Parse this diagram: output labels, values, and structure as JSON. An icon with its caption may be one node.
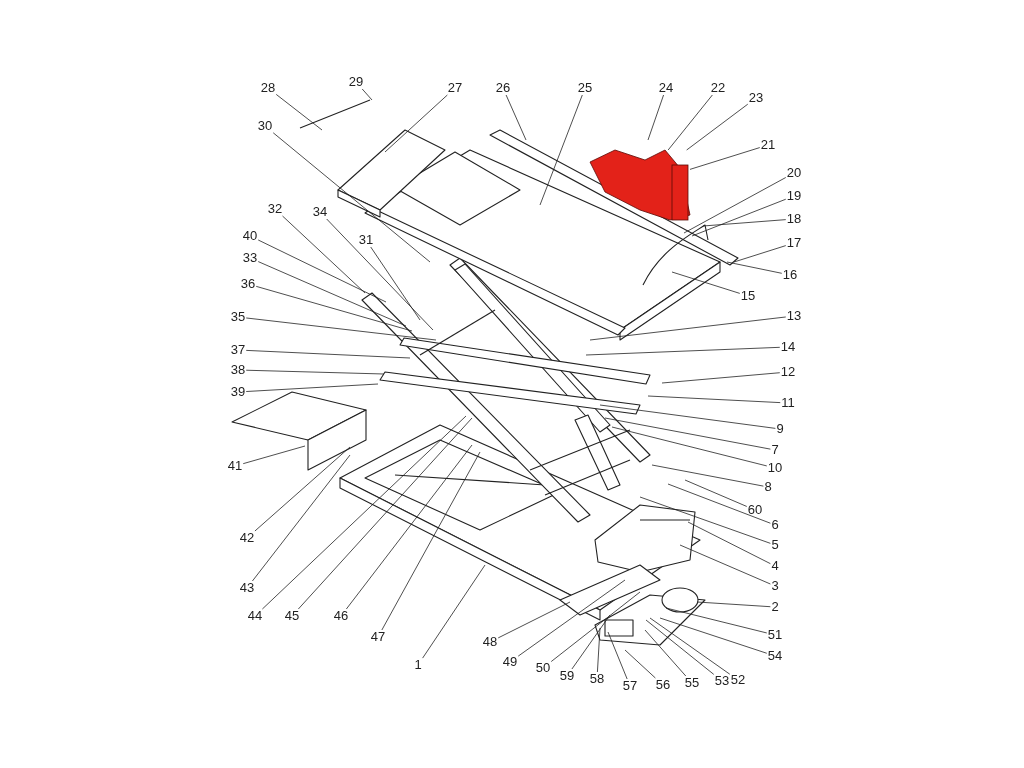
{
  "diagram": {
    "nodes": [
      {
        "text": [
          "28"
        ]
      },
      {
        "text": [
          "29"
        ]
      },
      {
        "text": [
          "27"
        ]
      },
      {
        "text": [
          "26"
        ]
      },
      {
        "text": [
          "25"
        ]
      },
      {
        "text": [
          "24"
        ]
      },
      {
        "text": [
          "22"
        ]
      },
      {
        "text": [
          "23"
        ]
      },
      {
        "text": [
          "21"
        ]
      },
      {
        "text": [
          "20"
        ]
      },
      {
        "text": [
          "19"
        ]
      },
      {
        "text": [
          "18"
        ]
      },
      {
        "text": [
          "17"
        ]
      },
      {
        "text": [
          "16"
        ]
      },
      {
        "text": [
          "15"
        ]
      },
      {
        "text": [
          "13"
        ]
      },
      {
        "text": [
          "14"
        ]
      },
      {
        "text": [
          "12"
        ]
      },
      {
        "text": [
          "11"
        ]
      },
      {
        "text": [
          "9"
        ]
      },
      {
        "text": [
          "7"
        ]
      },
      {
        "text": [
          "10"
        ]
      },
      {
        "text": [
          "8"
        ]
      },
      {
        "text": [
          "60"
        ]
      },
      {
        "text": [
          "6"
        ]
      },
      {
        "text": [
          "5"
        ]
      },
      {
        "text": [
          "4"
        ]
      },
      {
        "text": [
          "3"
        ]
      },
      {
        "text": [
          "2"
        ]
      },
      {
        "text": [
          "51"
        ]
      },
      {
        "text": [
          "54"
        ]
      },
      {
        "text": [
          "52"
        ]
      },
      {
        "text": [
          "53"
        ]
      },
      {
        "text": [
          "55"
        ]
      },
      {
        "text": [
          "56"
        ]
      },
      {
        "text": [
          "57"
        ]
      },
      {
        "text": [
          "58"
        ]
      },
      {
        "text": [
          "59"
        ]
      },
      {
        "text": [
          "50"
        ]
      },
      {
        "text": [
          "49"
        ]
      },
      {
        "text": [
          "48"
        ]
      },
      {
        "text": [
          "1"
        ]
      },
      {
        "text": [
          "47"
        ]
      },
      {
        "text": [
          "46"
        ]
      },
      {
        "text": [
          "45"
        ]
      },
      {
        "text": [
          "44"
        ]
      },
      {
        "text": [
          "43"
        ]
      },
      {
        "text": [
          "42"
        ]
      },
      {
        "text": [
          "41"
        ]
      },
      {
        "text": [
          "39"
        ]
      },
      {
        "text": [
          "38"
        ]
      },
      {
        "text": [
          "37"
        ]
      },
      {
        "text": [
          "35"
        ]
      },
      {
        "text": [
          "36"
        ]
      },
      {
        "text": [
          "33"
        ]
      },
      {
        "text": [
          "40"
        ]
      },
      {
        "text": [
          "32"
        ]
      },
      {
        "text": [
          "34"
        ]
      },
      {
        "text": [
          "31"
        ]
      },
      {
        "text": [
          "30"
        ]
      },
      {
        "text": [],
        "shape": "picture"
      }
    ],
    "edges": [
      {
        "from": 0,
        "to": null,
        "arrow": "none"
      },
      {
        "from": 1,
        "to": null,
        "arrow": "none"
      },
      {
        "from": 2,
        "to": null,
        "arrow": "none"
      },
      {
        "from": 3,
        "to": null,
        "arrow": "none"
      },
      {
        "from": 4,
        "to": null,
        "arrow": "none"
      },
      {
        "from": 5,
        "to": null,
        "arrow": "none"
      },
      {
        "from": 6,
        "to": 60,
        "arrow": "none"
      },
      {
        "from": 7,
        "to": 60,
        "arrow": "none"
      },
      {
        "from": 8,
        "to": 60,
        "arrow": "none"
      },
      {
        "from": 9,
        "to": null,
        "arrow": "none"
      },
      {
        "from": 10,
        "to": null,
        "arrow": "none"
      },
      {
        "from": 11,
        "to": null,
        "arrow": "none"
      },
      {
        "from": 12,
        "to": null,
        "arrow": "none"
      },
      {
        "from": 13,
        "to": null,
        "arrow": "none"
      },
      {
        "from": 14,
        "to": null,
        "arrow": "none"
      },
      {
        "from": 15,
        "to": null,
        "arrow": "none"
      },
      {
        "from": 16,
        "to": null,
        "arrow": "none"
      },
      {
        "from": 17,
        "to": null,
        "arrow": "none"
      },
      {
        "from": 18,
        "to": null,
        "arrow": "none"
      },
      {
        "from": 19,
        "to": null,
        "arrow": "none"
      },
      {
        "from": 20,
        "to": null,
        "arrow": "none"
      },
      {
        "from": 21,
        "to": null,
        "arrow": "none"
      },
      {
        "from": 22,
        "to": null,
        "arrow": "none"
      },
      {
        "from": 23,
        "to": null,
        "arrow": "none"
      },
      {
        "from": 24,
        "to": null,
        "arrow": "none"
      },
      {
        "from": 25,
        "to": null,
        "arrow": "none"
      },
      {
        "from": 26,
        "to": null,
        "arrow": "none"
      },
      {
        "from": 27,
        "to": null,
        "arrow": "none"
      },
      {
        "from": 28,
        "to": null,
        "arrow": "none"
      },
      {
        "from": 29,
        "to": null,
        "arrow": "none"
      },
      {
        "from": 30,
        "to": null,
        "arrow": "none"
      },
      {
        "from": 31,
        "to": null,
        "arrow": "none"
      },
      {
        "from": 32,
        "to": null,
        "arrow": "none"
      },
      {
        "from": 33,
        "to": null,
        "arrow": "none"
      },
      {
        "from": 34,
        "to": null,
        "arrow": "none"
      },
      {
        "from": 35,
        "to": null,
        "arrow": "none"
      },
      {
        "from": 36,
        "to": null,
        "arrow": "none"
      },
      {
        "from": 37,
        "to": null,
        "arrow": "none"
      },
      {
        "from": 38,
        "to": null,
        "arrow": "none"
      },
      {
        "from": 39,
        "to": null,
        "arrow": "none"
      },
      {
        "from": 40,
        "to": null,
        "arrow": "none"
      },
      {
        "from": 41,
        "to": null,
        "arrow": "none"
      },
      {
        "from": 42,
        "to": null,
        "arrow": "none"
      },
      {
        "from": 43,
        "to": null,
        "arrow": "none"
      },
      {
        "from": 44,
        "to": null,
        "arrow": "none"
      },
      {
        "from": 45,
        "to": null,
        "arrow": "none"
      },
      {
        "from": 46,
        "to": null,
        "arrow": "none"
      },
      {
        "from": 47,
        "to": null,
        "arrow": "none"
      },
      {
        "from": 48,
        "to": null,
        "arrow": "none"
      },
      {
        "from": 49,
        "to": null,
        "arrow": "none"
      },
      {
        "from": 50,
        "to": null,
        "arrow": "none"
      },
      {
        "from": 51,
        "to": null,
        "arrow": "none"
      },
      {
        "from": 52,
        "to": null,
        "arrow": "none"
      },
      {
        "from": 53,
        "to": null,
        "arrow": "none"
      },
      {
        "from": 54,
        "to": null,
        "arrow": "none"
      },
      {
        "from": 55,
        "to": null,
        "arrow": "none"
      },
      {
        "from": 56,
        "to": null,
        "arrow": "none"
      },
      {
        "from": 57,
        "to": null,
        "arrow": "none"
      },
      {
        "from": 58,
        "to": null,
        "arrow": "none"
      },
      {
        "from": 59,
        "to": null,
        "arrow": "none"
      }
    ]
  }
}
